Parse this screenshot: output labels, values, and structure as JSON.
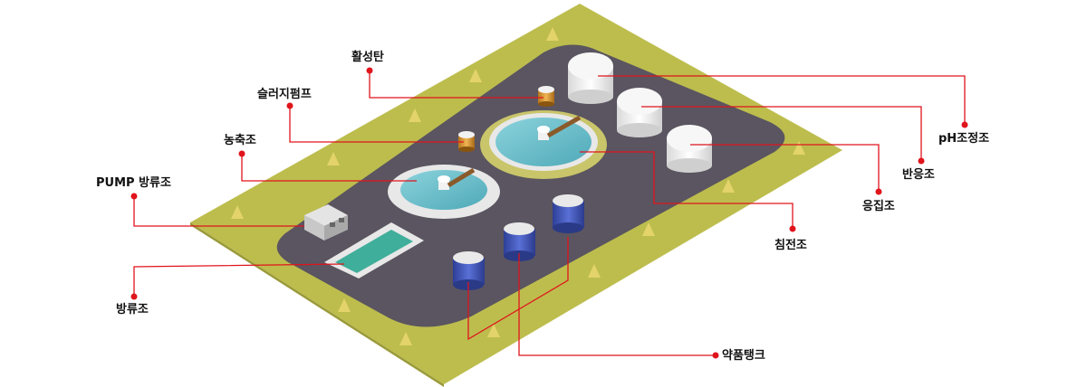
{
  "labels": {
    "activated_carbon": "활성탄",
    "sludge_pump": "슬러지펌프",
    "thickener": "농축조",
    "pump_discharge": "PUMP 방류조",
    "discharge_tank": "방류조",
    "ph_adjust": "pH조정조",
    "reaction_tank": "반응조",
    "coagulation_tank": "응집조",
    "sedimentation_tank": "침전조",
    "chemical_tank": "약품탱크"
  },
  "colors": {
    "leader_line": "#e0141c",
    "ground": "#bdbd4e",
    "pavement": "#5a5560",
    "water": "#6fc3cf",
    "tank_white": "#f2f2f2",
    "chem_blue": "#3c53b6"
  },
  "icons": [
    "shrub-icon",
    "lamp-post-icon"
  ]
}
